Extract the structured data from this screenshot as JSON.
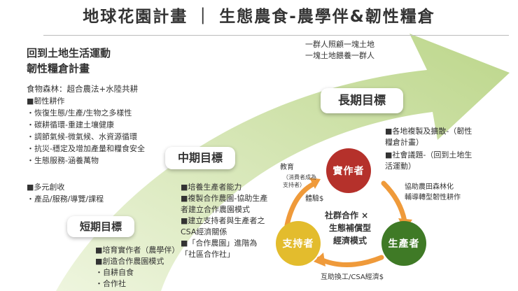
{
  "title": "地球花園計畫 ｜ 生態農食-農學伴&韌性糧倉",
  "left": {
    "heading1": "回到土地生活運動",
    "heading2": "韌性糧倉計畫",
    "forest": "食物森林：超合農法+水陸共耕",
    "resilience": "■韌性耕作",
    "bullets": [
      "恢復生態/生產/生物之多樣性",
      "碳耕循環-重建土壤健康",
      "調節氣候-微氣候、水資源循環",
      "抗災-穩定及增加產量和糧食安全",
      "生態服務-涵養萬物"
    ],
    "income": "■多元創收",
    "income_item": "產品/服務/導覽/課程"
  },
  "goals": {
    "short": "短期目標",
    "mid": "中期目標",
    "long": "長期目標"
  },
  "short_items": {
    "l1": "■培育實作者（農學伴）",
    "l2": "■創造合作農園模式",
    "l3": "自耕自食",
    "l4": "合作社"
  },
  "mid_items": {
    "l1": "■培養生產者能力",
    "l2": "■複製合作農園-協助生產",
    "l3": "者建立合作農園模式",
    "l4": "■建立支持者與生產者之",
    "l5": "CSA經濟關係",
    "l6": "■「合作農園」進階為",
    "l7": "「社區合作社」"
  },
  "long_items": {
    "l1": "■各地複製及擴散-（韌性",
    "l2": "糧倉計畫）",
    "l3": "■社會議題-（回到土地生",
    "l4": "活運動）"
  },
  "motto": {
    "l1": "一群人照顧一塊土地",
    "l2": "一塊土地餵養一群人"
  },
  "cycle": {
    "practitioner": "實作者",
    "supporter": "支持者",
    "producer": "生產者",
    "education": "教育",
    "education_note1": "（消費者成為",
    "education_note2": "支持者）",
    "experience": "體驗$",
    "assist1": "協助農田森林化",
    "assist2": "輔導轉型韌性耕作",
    "exchange": "互助換工/CSA經濟$",
    "center1": "社群合作 ×",
    "center2": "生態補償型",
    "center3": "經濟模式"
  },
  "colors": {
    "arrow_green": "#c5dc98",
    "practitioner": "#b5312b",
    "supporter": "#e3bc2d",
    "producer": "#3f7a26",
    "cycle_arrow": "#ef9a3a"
  }
}
